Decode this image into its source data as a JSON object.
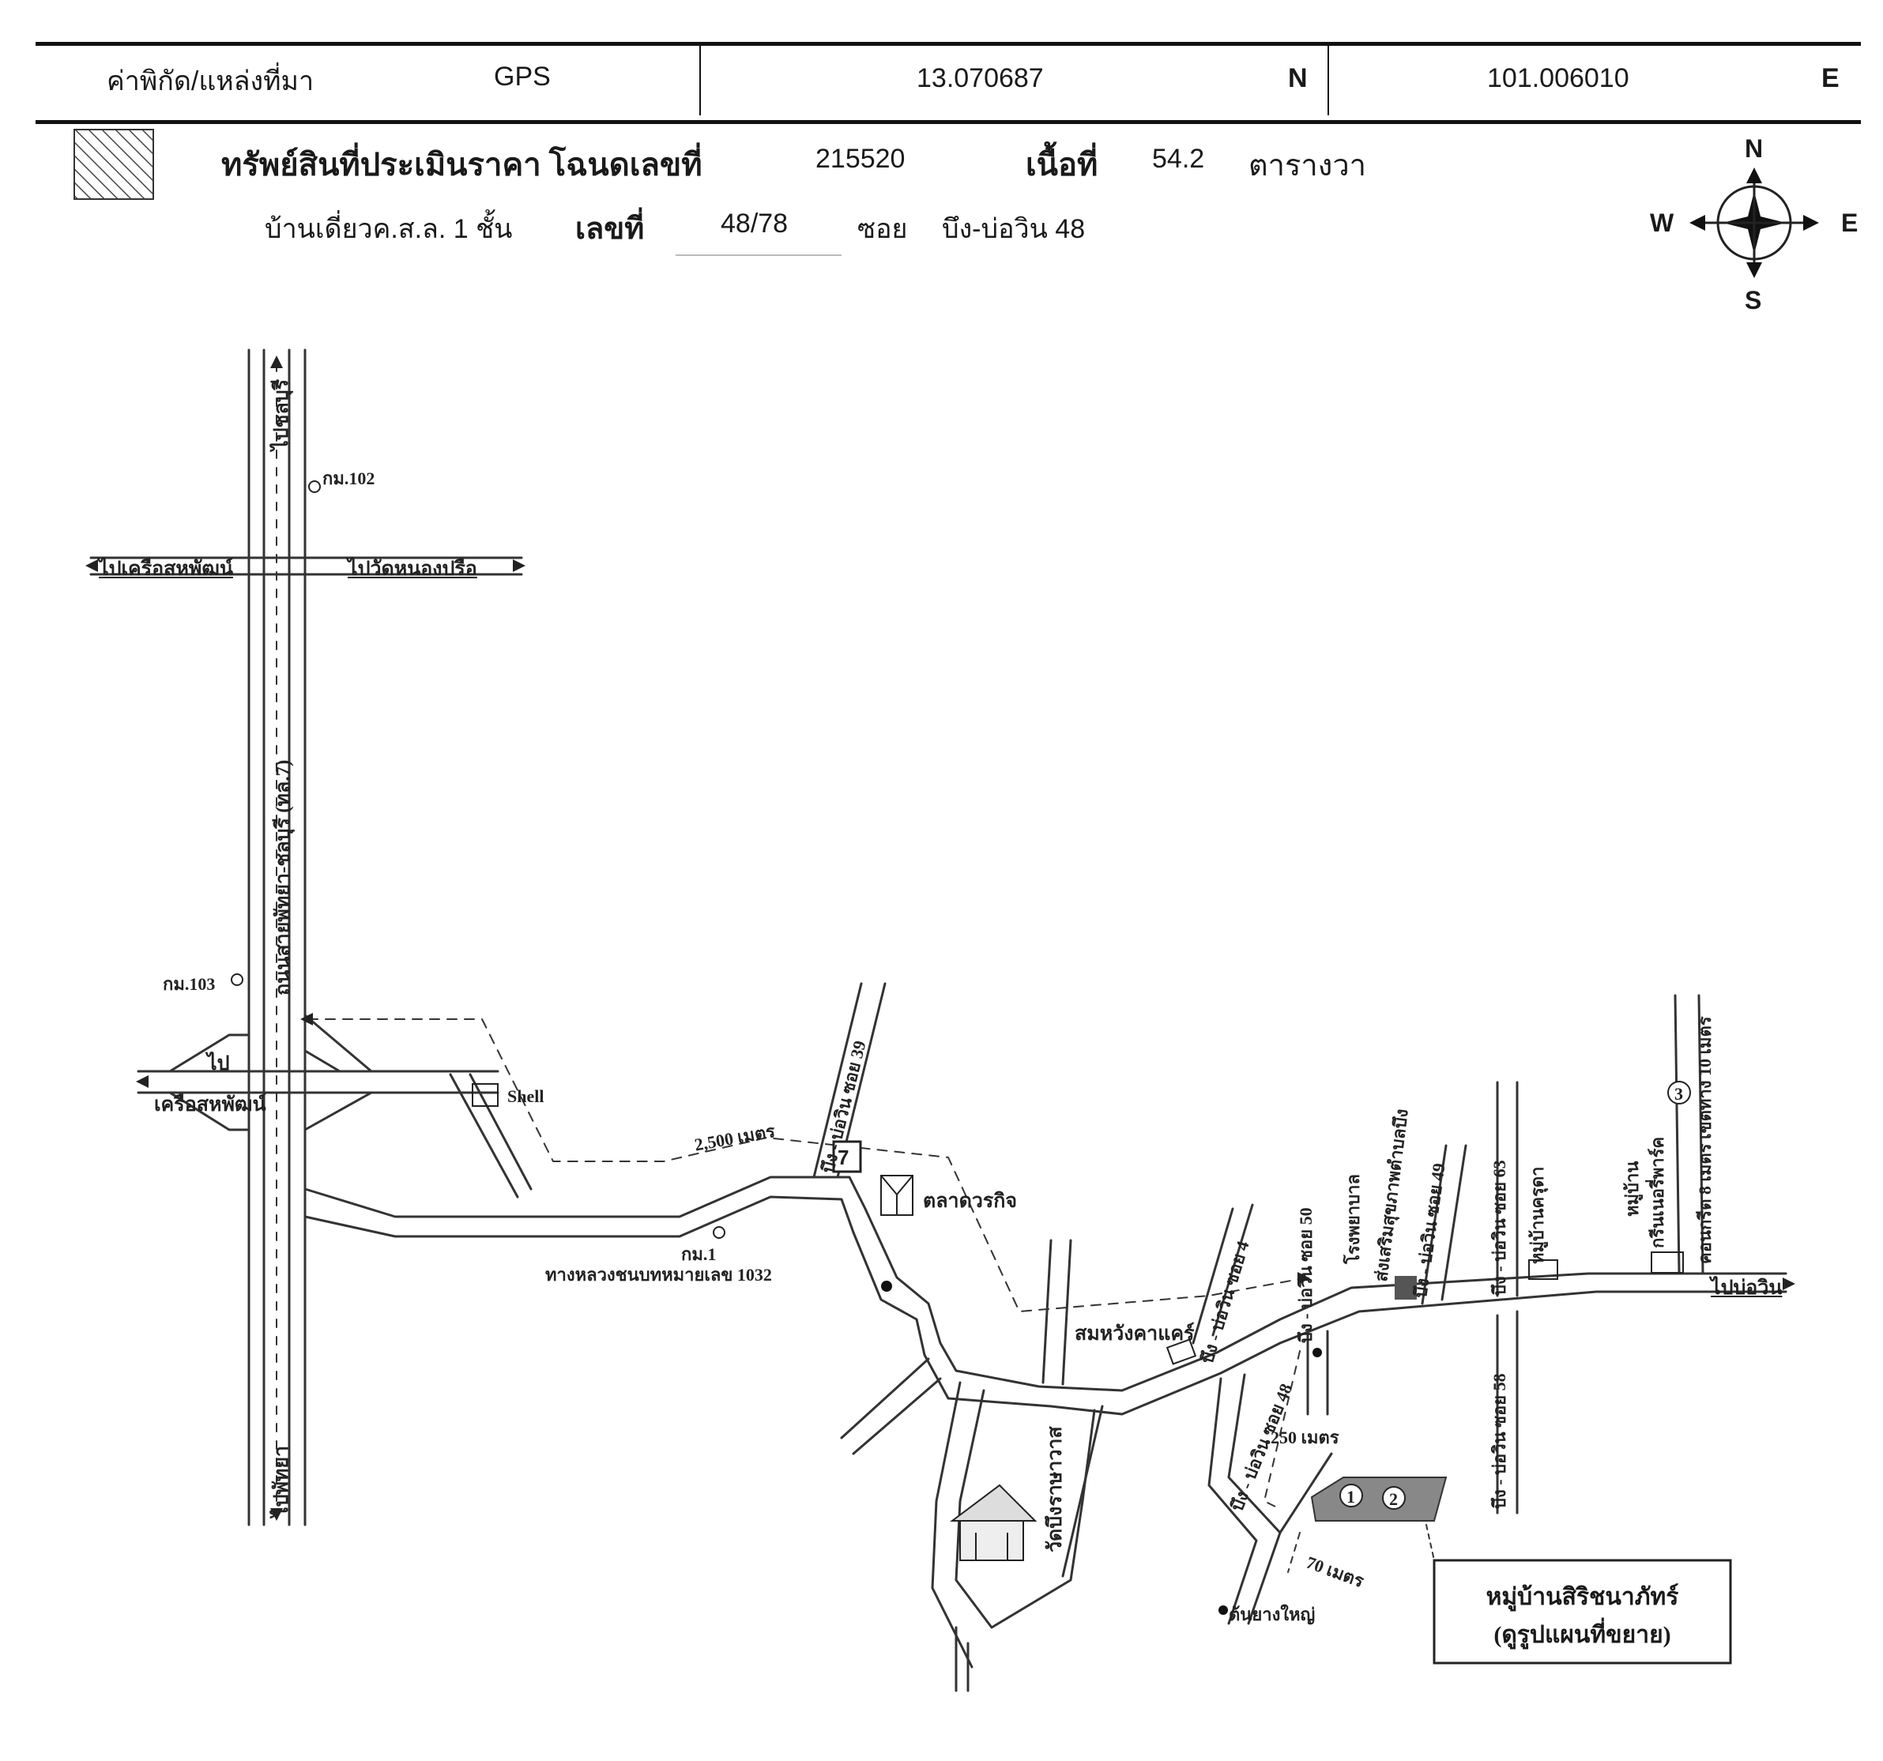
{
  "header": {
    "coord_source_label": "ค่าพิกัด/แหล่งที่มา",
    "coord_source": "GPS",
    "latitude": "13.070687",
    "lat_dir": "N",
    "longitude": "101.006010",
    "lon_dir": "E"
  },
  "property": {
    "title": "ทรัพย์สินที่ประเมินราคา โฉนดเลขที่",
    "deed_no": "215520",
    "area_label": "เนื้อที่",
    "area_value": "54.2",
    "area_unit": "ตารางวา",
    "building_type": "บ้านเดี่ยวค.ส.ล. 1 ชั้น",
    "number_label": "เลขที่",
    "number_value": "48/78",
    "soi_label": "ซอย",
    "soi_value": "บึง-บ่อวิน 48"
  },
  "compass": {
    "n": "N",
    "s": "S",
    "e": "E",
    "w": "W"
  },
  "map": {
    "to_chonburi": "ไปชลบุรี",
    "to_pattaya": "ไปพัทยา",
    "highway_name": "ถนนสายพัทยา-ชลบุรี (ทล.7)",
    "km102": "กม.102",
    "km103": "กม.103",
    "to_khruea": "ไปเครือสหพัฒน์",
    "to_wat_nong_prue": "ไปวัดหนองปรือ",
    "to_label": "ไป",
    "khruea2": "เครือสหพัฒน์",
    "shell": "Shell",
    "dist_2500": "2,500 เมตร",
    "soi39": "บึง - บ่อวิน ซอย 39",
    "market": "ตลาดวรกิจ",
    "km1": "กม.1",
    "rural_road": "ทางหลวงชนบทหมายเลข 1032",
    "somwang": "สมหวังคาแคร์",
    "soi4": "บึง - บ่อวิน ซอย 4",
    "soi50": "บึง - บ่อวิน ซอย 50",
    "hospital": "โรงพยาบาล",
    "health": "ส่งเสริมสุขภาพตำบลบึง",
    "soi49": "บึง - บ่อวิน ซอย 49",
    "soi63": "บึง - บ่อวิน ซอย 63",
    "village_kruda": "หมู่บ้านครุดา",
    "soi58": "บึง - บ่อวิน ซอย 58",
    "village_green": "หมู่บ้าน",
    "village_green2": "กรีนเนอรี่พาร์ค",
    "concrete": "คอนกรีต 8 เมตร เขตทาง 10 เมตร",
    "to_bowin": "ไปบ่อวิน",
    "soi48": "บึง - บ่อวิน ซอย 48",
    "dist_250": "250 เมตร",
    "dist_70": "70 เมตร",
    "big_tree": "ต้นยางใหญ่",
    "wat": "วัดบึงราษาวาส",
    "marker1": "1",
    "marker2": "2",
    "marker3": "3",
    "callout_line1": "หมู่บ้านสิริชนาภัทร์",
    "callout_line2": "(ดูรูปแผนที่ขยาย)"
  }
}
